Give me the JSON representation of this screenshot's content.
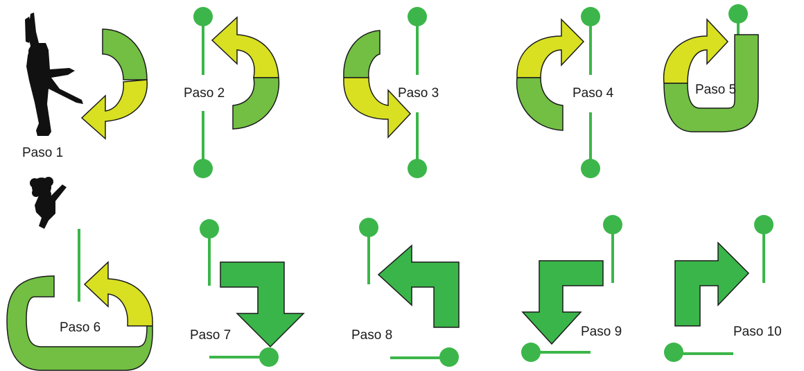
{
  "colors": {
    "pole": "#3cb64a",
    "arrow_yellow": "#d8e021",
    "arrow_light_green": "#72bf44",
    "arrow_dark_green": "#3ab54a",
    "stroke": "#1a1a1a",
    "silhouette": "#111111"
  },
  "steps": [
    {
      "label": "Paso 1",
      "icon": "adult-dancer-silhouette"
    },
    {
      "label": "Paso 2",
      "icon": "curved-arrow-loop-left"
    },
    {
      "label": "Paso 3",
      "icon": "curved-arrow-loop-right"
    },
    {
      "label": "Paso 4",
      "icon": "curved-arrow-loop-right"
    },
    {
      "label": "Paso 5",
      "icon": "oval-loop-arrow"
    },
    {
      "label": "Paso 6",
      "icon": "oval-loop-arrow-left"
    },
    {
      "label": "Paso 7",
      "icon": "corner-arrow-down"
    },
    {
      "label": "Paso 8",
      "icon": "corner-arrow-left"
    },
    {
      "label": "Paso 9",
      "icon": "corner-arrow-down"
    },
    {
      "label": "Paso 10",
      "icon": "corner-arrow-right"
    }
  ],
  "child_icon": "child-dancer-silhouette"
}
